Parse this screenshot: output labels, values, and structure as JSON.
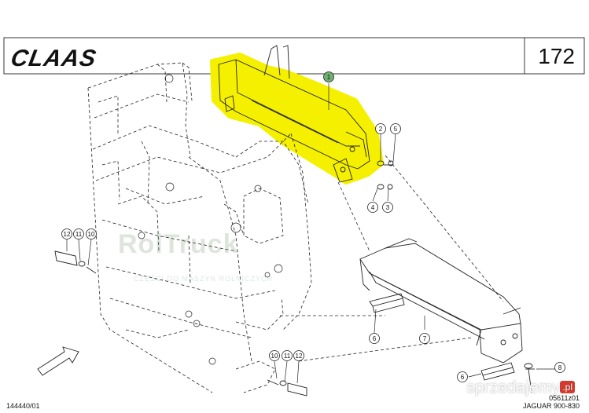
{
  "header": {
    "brand": "CLAAS",
    "page_number": "172"
  },
  "footer": {
    "left_code": "144440/01",
    "right_code": "05611z01",
    "model": "JAGUAR 900-830"
  },
  "watermark": {
    "main": "RolTruck",
    "sub": "CZĘŚCI DO MASZYN ROLNICZYCH"
  },
  "badge": {
    "site": "sprzedajemy",
    "tld": ".pl"
  },
  "colors": {
    "highlight": "#f5f000",
    "line": "#222222",
    "callout_fill_1": "#6fb26f"
  },
  "callouts": {
    "c1": "1",
    "c2": "2",
    "c3": "3",
    "c4": "4",
    "c5": "5",
    "c6a": "6",
    "c6b": "6",
    "c7": "7",
    "c8": "8",
    "c10a": "10",
    "c10b": "10",
    "c11a": "11",
    "c11b": "11",
    "c12a": "12",
    "c12b": "12"
  }
}
